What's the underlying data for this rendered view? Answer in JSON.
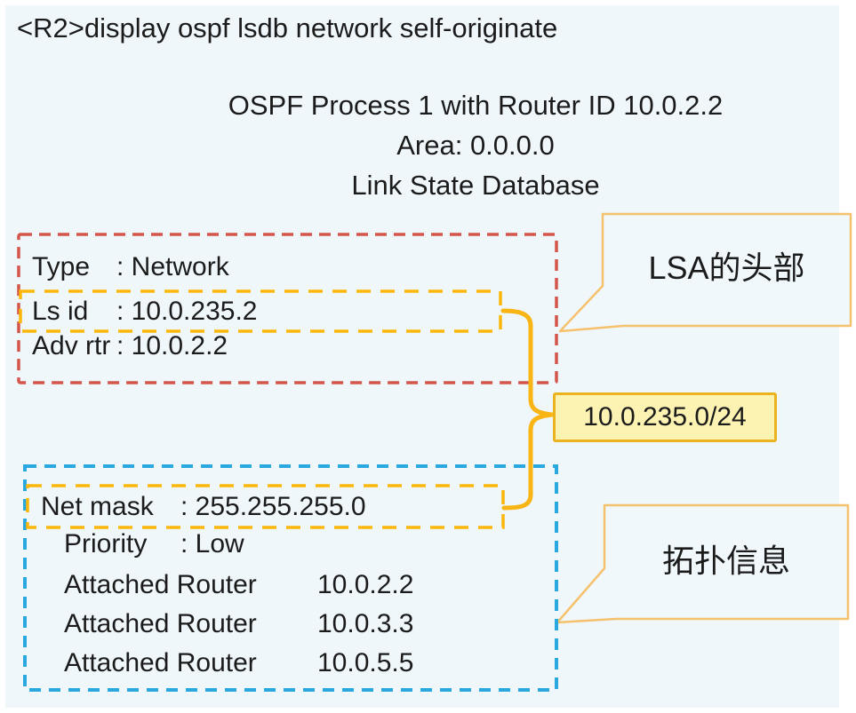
{
  "terminal": {
    "command": "<R2>display ospf lsdb network self-originate",
    "process_line": "OSPF Process 1 with Router ID 10.0.2.2",
    "area_line": "Area: 0.0.0.0",
    "db_line": "Link State Database"
  },
  "lsa_box": {
    "rows": [
      {
        "label": "Type",
        "value": ": Network"
      },
      {
        "label": "Ls id",
        "value": ": 10.0.235.2"
      },
      {
        "label": "Adv rtr",
        "value": ": 10.0.2.2"
      }
    ]
  },
  "topology_box": {
    "rows": [
      {
        "label": "Net mask",
        "value": ": 255.255.255.0"
      },
      {
        "label": "Priority",
        "value": ": Low"
      },
      {
        "label": "Attached Router",
        "value": "10.0.2.2"
      },
      {
        "label": "Attached Router",
        "value": "10.0.3.3"
      },
      {
        "label": "Attached Router",
        "value": "10.0.5.5"
      }
    ]
  },
  "annotations": {
    "network_label": "10.0.235.0/24",
    "lsa_header_callout": "LSA的头部",
    "topology_callout": "拓扑信息"
  },
  "colors": {
    "background": "#eff7fb",
    "text": "#1b1b1b",
    "red_dash": "#d4564b",
    "yellow_dash": "#fcb70a",
    "blue_dash": "#29a8e0",
    "brace": "#f9b513",
    "label_box_fill": "#fcf3b2",
    "label_box_border": "#edb31f",
    "callout_border": "#f6c16d",
    "callout_fill": "#f1f8fc"
  }
}
